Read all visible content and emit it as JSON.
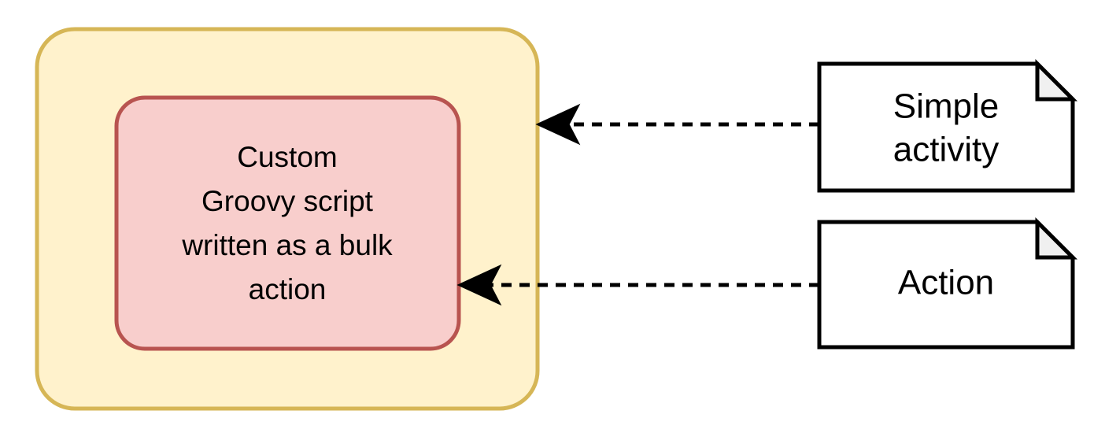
{
  "diagram": {
    "type": "uml-activity-annotation",
    "background_color": "#ffffff",
    "container": {
      "name": "activity-container",
      "label": "",
      "fill_color": "#fff2cc",
      "stroke_color": "#d6b656",
      "shape": "rounded-rectangle"
    },
    "script_node": {
      "name": "custom-groovy-script-node",
      "fill_color": "#f8cecc",
      "stroke_color": "#b85450",
      "shape": "rounded-rectangle",
      "lines": [
        "Custom",
        "Groovy script",
        "written as a bulk",
        "action"
      ]
    },
    "notes": [
      {
        "name": "simple-activity-note",
        "fill_color": "#ffffff",
        "stroke_color": "#000000",
        "fold_fill_color": "#f0f0f0",
        "shape": "note",
        "lines": [
          "Simple",
          "activity"
        ]
      },
      {
        "name": "action-note",
        "fill_color": "#ffffff",
        "stroke_color": "#000000",
        "fold_fill_color": "#f0f0f0",
        "shape": "note",
        "lines": [
          "Action"
        ]
      }
    ],
    "connectors": [
      {
        "name": "simple-activity-connector",
        "from": "simple-activity-note",
        "to": "activity-container",
        "style": "dashed",
        "arrowhead": "open-swallowtail",
        "color": "#000000"
      },
      {
        "name": "action-connector",
        "from": "action-note",
        "to": "custom-groovy-script-node",
        "style": "dashed",
        "arrowhead": "open-swallowtail",
        "color": "#000000"
      }
    ]
  }
}
